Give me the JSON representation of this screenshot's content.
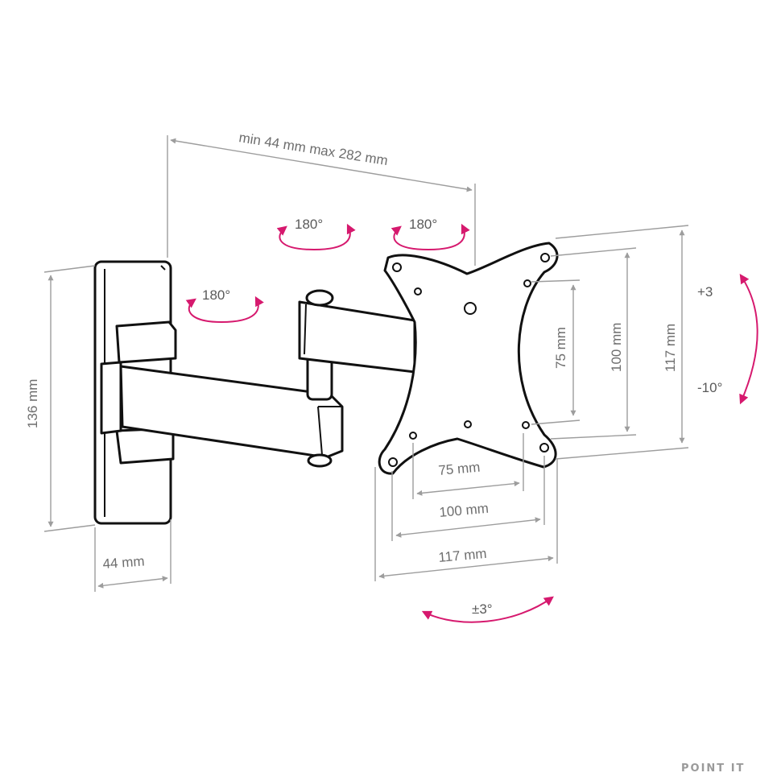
{
  "dimensions": {
    "arm_extension": "min 44 mm max 282 mm",
    "wall_plate_height": "136 mm",
    "wall_plate_depth": "44 mm",
    "vesa_h_75": "75 mm",
    "vesa_h_100": "100 mm",
    "vesa_h_117": "117 mm",
    "vesa_v_75": "75 mm",
    "vesa_v_100": "100 mm",
    "vesa_v_117": "117 mm"
  },
  "rotations": {
    "wall_joint": "180°",
    "middle_joint": "180°",
    "head_joint": "180°",
    "tilt_up": "+3",
    "tilt_down": "-10°",
    "swivel": "±3°"
  },
  "brand": "POINT IT",
  "colors": {
    "rotation_accent": "#d6196e",
    "dimension_gray": "#9d9d9d",
    "outline": "#111111"
  }
}
